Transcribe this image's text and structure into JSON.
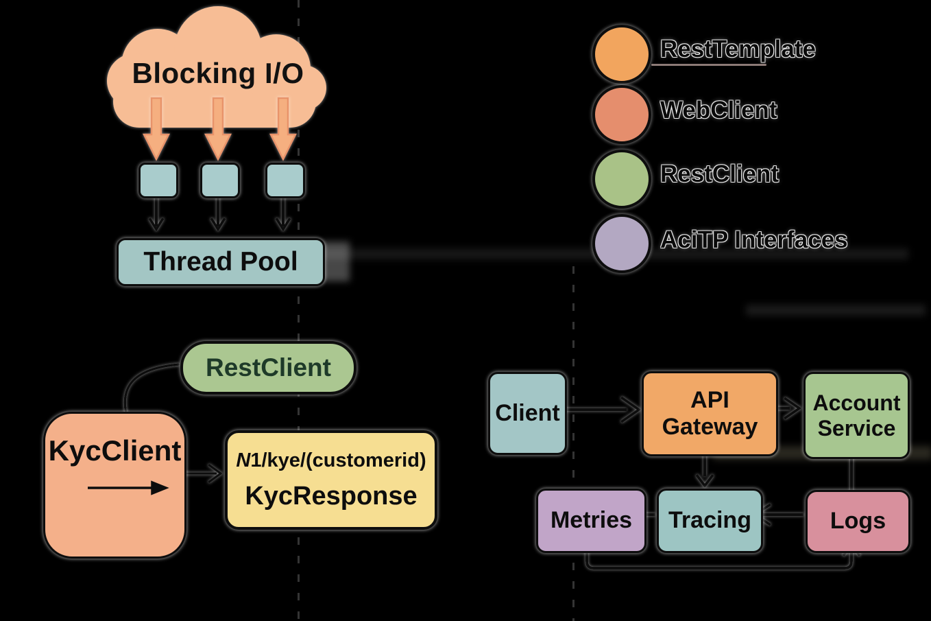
{
  "background": "#000000",
  "colors": {
    "cloud": "#F7BD95",
    "cloud_arrow": "#F5AF80",
    "cloud_arrow_stroke": "#E8936A",
    "worker_box": "#A9CCCC",
    "thread_pool": "#A3C6C4",
    "line": "#0D0D0D",
    "rest_client_pill": "#ABC791",
    "rest_client_text": "#1E3A29",
    "kyc_client": "#F4B08A",
    "endpoint_box": "#F6DE92",
    "client": "#A3C6C6",
    "api_gateway": "#F1A867",
    "account_service": "#A7C690",
    "metrics": "#C1A5C8",
    "tracing": "#9DC5C3",
    "logs": "#D8909D"
  },
  "blocking_io_diagram": {
    "cloud_label": "Blocking I/O",
    "thread_pool_label": "Thread Pool"
  },
  "legend": {
    "items": [
      {
        "label": "RestTemplate",
        "color": "#F2A55E"
      },
      {
        "label": "WebClient",
        "color": "#E58E6D"
      },
      {
        "label": "RestClient",
        "color": "#A9C287"
      },
      {
        "label": "AciTP Interfaces",
        "color": "#B3A8C2"
      }
    ]
  },
  "kyc_diagram": {
    "rest_client_label": "RestClient",
    "kyc_client_label": "KycClient",
    "request_path_prefix": "N",
    "request_path_rest": "1/kye/(customerid)",
    "response_label": "KycResponse"
  },
  "flow_diagram": {
    "client_label": "Client",
    "api_gateway_label": "API Gateway",
    "account_service_label": "Account Service",
    "metrics_label": "Metries",
    "tracing_label": "Tracing",
    "logs_label": "Logs"
  }
}
